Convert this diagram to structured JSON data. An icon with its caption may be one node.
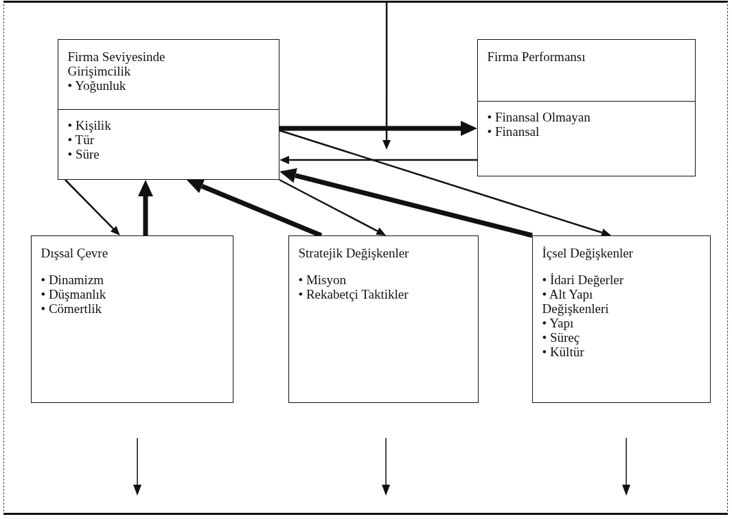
{
  "diagram": {
    "nodes": [
      {
        "text": [],
        "shape": "box"
      },
      {
        "text": [
          "Firma Seviyesinde Girişimcilik",
          "• Yoğunluk",
          "• Kişilik",
          "• Tür",
          "• Süre"
        ],
        "in": 0
      },
      {
        "text": [
          "Firma Performansı",
          "• Finansal Olmayan",
          "• Finansal"
        ],
        "in": 0
      },
      {
        "text": [
          "Dışsal Çevre",
          "• Dinamizm",
          "• Düşmanlık",
          "• Cömertlik"
        ],
        "in": 0
      },
      {
        "text": [
          "Stratejik Değişkenler",
          "• Misyon",
          "• Rekabetçi Taktikler"
        ],
        "in": 0
      },
      {
        "text": [
          "İçsel Değişkenler",
          "• İdari Değerler",
          "• Alt Yapı Değişkenleri",
          "• Yapı",
          "• Süreç",
          "• Kültür"
        ],
        "in": 0
      }
    ],
    "edges": [
      {
        "from": 1,
        "to": 2,
        "arrow": "to",
        "style": "thick"
      },
      {
        "from": 2,
        "to": 1,
        "arrow": "to"
      },
      {
        "from": 0,
        "to": null,
        "arrow": "to"
      },
      {
        "from": 1,
        "to": 3,
        "arrow": "to"
      },
      {
        "from": 3,
        "to": 1,
        "arrow": "to",
        "style": "thick"
      },
      {
        "from": 4,
        "to": 1,
        "arrow": "to",
        "style": "thick"
      },
      {
        "from": 1,
        "to": 4,
        "arrow": "to"
      },
      {
        "from": 5,
        "to": 1,
        "arrow": "to",
        "style": "thick"
      },
      {
        "from": 1,
        "to": 5,
        "arrow": "to"
      }
    ]
  }
}
